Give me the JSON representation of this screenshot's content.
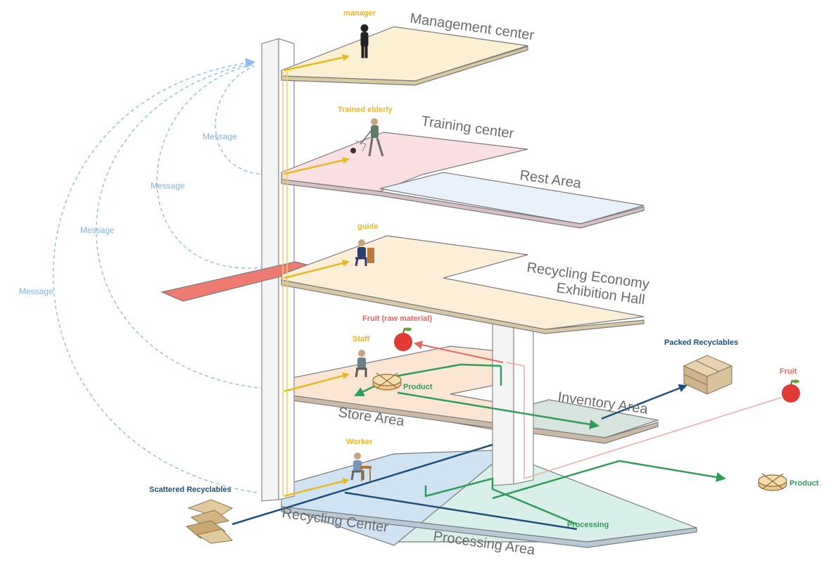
{
  "zones": {
    "management_center": "Management center",
    "training_center": "Training center",
    "rest_area": "Rest Area",
    "exhibition_hall_line1": "Recycling Economy",
    "exhibition_hall_line2": "Exhibition Hall",
    "inventory_area": "Inventory Area",
    "store_area": "Store Area",
    "recycling_center": "Recycling Center",
    "processing_area": "Processing Area"
  },
  "people": {
    "manager": "manager",
    "trained_elderly": "Trained elderly",
    "guide": "guide",
    "staff": "Staff",
    "worker": "Worker"
  },
  "items": {
    "fruit_raw_material": "Fruit (raw material)",
    "packed_recyclables": "Packed Recyclables",
    "fruit": "Fruit",
    "product_store": "Product",
    "product_out": "Product",
    "scattered_recyclables": "Scattered Recyclables",
    "processing": "Processing"
  },
  "messages": {
    "m1": "Message",
    "m2": "Message",
    "m3": "Message",
    "m4": "Message"
  },
  "colors": {
    "message_flow": "#8fbcef",
    "people_flow": "#e8b923",
    "recyclables_flow": "#1d4f7c",
    "product_flow": "#2f9d5a",
    "fruit_flow": "#e8665f",
    "floor_management": "#fbf1d2",
    "floor_training": "#fbe0e3",
    "floor_rest": "#e9f2fb",
    "floor_exhibition": "#fcefd8",
    "floor_store": "#fbe6d3",
    "floor_inventory": "#d8e4de",
    "floor_recycling": "#cfe3f3",
    "floor_processing": "#d9f0ea",
    "exhibition_strip": "#ee7b72"
  }
}
